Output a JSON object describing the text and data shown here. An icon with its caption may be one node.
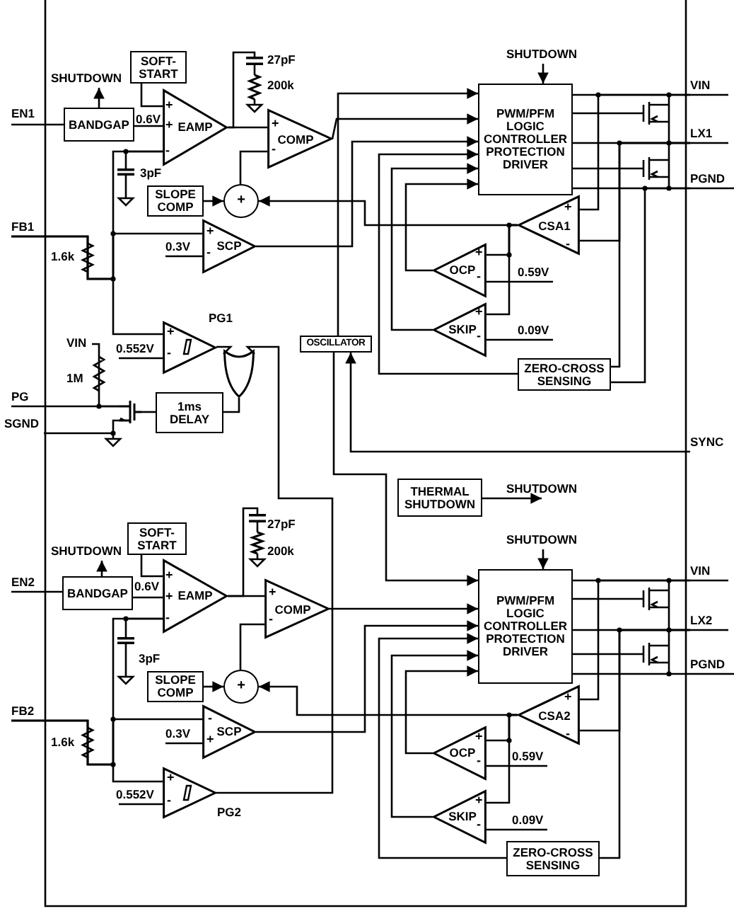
{
  "diagram": {
    "nodes": [
      {
        "text": [
          "EN1"
        ]
      },
      {
        "text": [
          "SHUTDOWN"
        ]
      },
      {
        "text": [
          "BANDGAP"
        ]
      },
      {
        "text": [
          "SOFT-START"
        ]
      },
      {
        "text": [
          "EAMP"
        ]
      },
      {
        "text": [
          "COMP"
        ]
      },
      {
        "text": [
          "SLOPE COMP"
        ]
      },
      {
        "text": [
          "+"
        ]
      },
      {
        "text": [
          "FB1"
        ]
      },
      {
        "text": [
          "SCP"
        ]
      },
      {
        "text": [
          "PG1"
        ]
      },
      {
        "text": [],
        "shape": "gate"
      },
      {
        "text": [
          "VIN"
        ]
      },
      {
        "text": [
          "PG"
        ]
      },
      {
        "text": [
          "SGND"
        ]
      },
      {
        "text": [
          "1ms DELAY"
        ]
      },
      {
        "text": [
          "OSCILLATOR"
        ]
      },
      {
        "text": [
          "SHUTDOWN"
        ]
      },
      {
        "text": [
          "PWM/PFM LOGIC CONTROLLER PROTECTION DRIVER"
        ]
      },
      {
        "text": [
          "VIN"
        ]
      },
      {
        "text": [
          "LX1"
        ]
      },
      {
        "text": [
          "PGND"
        ]
      },
      {
        "text": [
          "CSA1"
        ]
      },
      {
        "text": [
          "OCP"
        ]
      },
      {
        "text": [
          "SKIP"
        ]
      },
      {
        "text": [
          "ZERO-CROSS SENSING"
        ]
      },
      {
        "text": [
          "SYNC"
        ]
      },
      {
        "text": [
          "THERMAL SHUTDOWN"
        ]
      },
      {
        "text": [
          "SHUTDOWN"
        ]
      },
      {
        "text": [
          "EN2"
        ]
      },
      {
        "text": [
          "SHUTDOWN"
        ]
      },
      {
        "text": [
          "BANDGAP"
        ]
      },
      {
        "text": [
          "SOFT-START"
        ]
      },
      {
        "text": [
          "EAMP"
        ]
      },
      {
        "text": [
          "COMP"
        ]
      },
      {
        "text": [
          "SLOPE COMP"
        ]
      },
      {
        "text": [
          "+"
        ]
      },
      {
        "text": [
          "FB2"
        ]
      },
      {
        "text": [
          "SCP"
        ]
      },
      {
        "text": [
          "PG2"
        ]
      },
      {
        "text": [
          "SHUTDOWN"
        ]
      },
      {
        "text": [
          "PWM/PFM LOGIC CONTROLLER PROTECTION DRIVER"
        ]
      },
      {
        "text": [
          "VIN"
        ]
      },
      {
        "text": [
          "LX2"
        ]
      },
      {
        "text": [
          "PGND"
        ]
      },
      {
        "text": [
          "CSA2"
        ]
      },
      {
        "text": [
          "OCP"
        ]
      },
      {
        "text": [
          "SKIP"
        ]
      },
      {
        "text": [
          "ZERO-CROSS SENSING"
        ]
      },
      {
        "text": [],
        "shape": "transistor"
      },
      {
        "text": [
          "0.3V"
        ]
      },
      {
        "text": [
          "0.552V"
        ]
      },
      {
        "text": [
          "0.59V"
        ]
      },
      {
        "text": [
          "0.09V"
        ]
      },
      {
        "text": [
          "0.3V"
        ]
      },
      {
        "text": [
          "0.552V"
        ]
      },
      {
        "text": [
          "0.59V"
        ]
      },
      {
        "text": [
          "0.09V"
        ]
      },
      {
        "text": [],
        "shape": "capacitor",
        "beside": [
          "27pF"
        ]
      },
      {
        "text": [],
        "shape": "resistor",
        "beside": [
          "200k"
        ]
      },
      {
        "text": [],
        "shape": "capacitor",
        "beside": [
          "3pF"
        ]
      },
      {
        "text": [],
        "shape": "capacitor",
        "beside": [
          "27pF"
        ]
      },
      {
        "text": [],
        "shape": "resistor",
        "beside": [
          "200k"
        ]
      },
      {
        "text": [],
        "shape": "capacitor",
        "beside": [
          "3pF"
        ]
      }
    ],
    "edges": [
      {
        "from": 0,
        "to": 2,
        "arrow": "none"
      },
      {
        "from": 2,
        "to": 1,
        "arrow": "to"
      },
      {
        "from": 2,
        "to": 4,
        "arrow": "none"
      },
      {
        "from": 3,
        "to": 4,
        "arrow": "none"
      },
      {
        "from": 4,
        "to": 5,
        "arrow": "none"
      },
      {
        "from": 8,
        "to": 4,
        "arrow": "none"
      },
      {
        "from": 8,
        "to": 9,
        "arrow": "none"
      },
      {
        "from": 8,
        "to": 10,
        "arrow": "none"
      },
      {
        "from": 6,
        "to": 7,
        "arrow": "to"
      },
      {
        "from": 7,
        "to": 5,
        "arrow": "none"
      },
      {
        "from": 22,
        "to": 7,
        "arrow": "to"
      },
      {
        "from": 22,
        "to": 23,
        "arrow": "none"
      },
      {
        "from": 22,
        "to": 24,
        "arrow": "none"
      },
      {
        "from": 9,
        "to": 18,
        "arrow": "to"
      },
      {
        "from": 5,
        "to": 18,
        "arrow": "to"
      },
      {
        "from": 16,
        "to": 18,
        "arrow": "to"
      },
      {
        "from": 23,
        "to": 18,
        "arrow": "to"
      },
      {
        "from": 24,
        "to": 18,
        "arrow": "to"
      },
      {
        "from": 25,
        "to": 18,
        "arrow": "to"
      },
      {
        "from": 17,
        "to": 18,
        "arrow": "to"
      },
      {
        "from": 18,
        "to": 19,
        "arrow": "none"
      },
      {
        "from": 18,
        "to": 20,
        "arrow": "none"
      },
      {
        "from": 18,
        "to": 21,
        "arrow": "none"
      },
      {
        "from": 19,
        "to": 22,
        "arrow": "none"
      },
      {
        "from": 20,
        "to": 22,
        "arrow": "none"
      },
      {
        "from": 20,
        "to": 25,
        "arrow": "none"
      },
      {
        "from": 21,
        "to": 25,
        "arrow": "none"
      },
      {
        "from": 10,
        "to": 11,
        "arrow": "none"
      },
      {
        "from": 39,
        "to": 11,
        "arrow": "none"
      },
      {
        "from": 11,
        "to": 15,
        "arrow": "none"
      },
      {
        "from": 15,
        "to": 49,
        "arrow": "none"
      },
      {
        "from": 13,
        "to": 49,
        "arrow": "none"
      },
      {
        "from": 49,
        "to": 14,
        "arrow": "none"
      },
      {
        "from": 12,
        "to": 49,
        "arrow": "none"
      },
      {
        "from": 26,
        "to": 16,
        "arrow": "to"
      },
      {
        "from": 16,
        "to": 41,
        "arrow": "to"
      },
      {
        "from": 27,
        "to": 28,
        "arrow": "to"
      },
      {
        "from": 29,
        "to": 31,
        "arrow": "none"
      },
      {
        "from": 31,
        "to": 30,
        "arrow": "to"
      },
      {
        "from": 31,
        "to": 33,
        "arrow": "none"
      },
      {
        "from": 32,
        "to": 33,
        "arrow": "none"
      },
      {
        "from": 33,
        "to": 34,
        "arrow": "none"
      },
      {
        "from": 37,
        "to": 33,
        "arrow": "none"
      },
      {
        "from": 37,
        "to": 38,
        "arrow": "none"
      },
      {
        "from": 37,
        "to": 39,
        "arrow": "none"
      },
      {
        "from": 35,
        "to": 36,
        "arrow": "to"
      },
      {
        "from": 36,
        "to": 34,
        "arrow": "none"
      },
      {
        "from": 45,
        "to": 36,
        "arrow": "to"
      },
      {
        "from": 45,
        "to": 46,
        "arrow": "none"
      },
      {
        "from": 45,
        "to": 47,
        "arrow": "none"
      },
      {
        "from": 38,
        "to": 41,
        "arrow": "to"
      },
      {
        "from": 34,
        "to": 41,
        "arrow": "to"
      },
      {
        "from": 46,
        "to": 41,
        "arrow": "to"
      },
      {
        "from": 47,
        "to": 41,
        "arrow": "to"
      },
      {
        "from": 48,
        "to": 41,
        "arrow": "to"
      },
      {
        "from": 40,
        "to": 41,
        "arrow": "to"
      },
      {
        "from": 41,
        "to": 42,
        "arrow": "none"
      },
      {
        "from": 41,
        "to": 43,
        "arrow": "none"
      },
      {
        "from": 41,
        "to": 44,
        "arrow": "none"
      },
      {
        "from": 42,
        "to": 45,
        "arrow": "none"
      },
      {
        "from": 43,
        "to": 45,
        "arrow": "none"
      },
      {
        "from": 43,
        "to": 48,
        "arrow": "none"
      },
      {
        "from": 50,
        "to": 9,
        "arrow": "none"
      },
      {
        "from": 51,
        "to": 10,
        "arrow": "none"
      },
      {
        "from": 52,
        "to": 23,
        "arrow": "none"
      },
      {
        "from": 53,
        "to": 24,
        "arrow": "none"
      },
      {
        "from": 54,
        "to": 38,
        "arrow": "none"
      },
      {
        "from": 55,
        "to": 39,
        "arrow": "none"
      },
      {
        "from": 56,
        "to": 46,
        "arrow": "none"
      },
      {
        "from": 57,
        "to": 47,
        "arrow": "none"
      },
      {
        "from": 4,
        "to": 58,
        "arrow": "none"
      },
      {
        "from": 58,
        "to": 59,
        "arrow": "none"
      },
      {
        "from": 60,
        "to": 4,
        "arrow": "none"
      },
      {
        "from": 33,
        "to": 61,
        "arrow": "none"
      },
      {
        "from": 61,
        "to": 62,
        "arrow": "none"
      },
      {
        "from": 63,
        "to": 33,
        "arrow": "none"
      }
    ],
    "labels": [
      "0.6V",
      "+",
      "+",
      "-",
      "+",
      "-",
      "1.6k",
      "+",
      "-",
      "+",
      "-",
      "1M",
      "+",
      "-",
      "+",
      "-",
      "+",
      "-",
      "0.6V",
      "+",
      "+",
      "-",
      "+",
      "-",
      "-",
      "1.6k",
      "+",
      "+",
      "-",
      "+",
      "-",
      "+",
      "-",
      "+",
      "-"
    ]
  }
}
